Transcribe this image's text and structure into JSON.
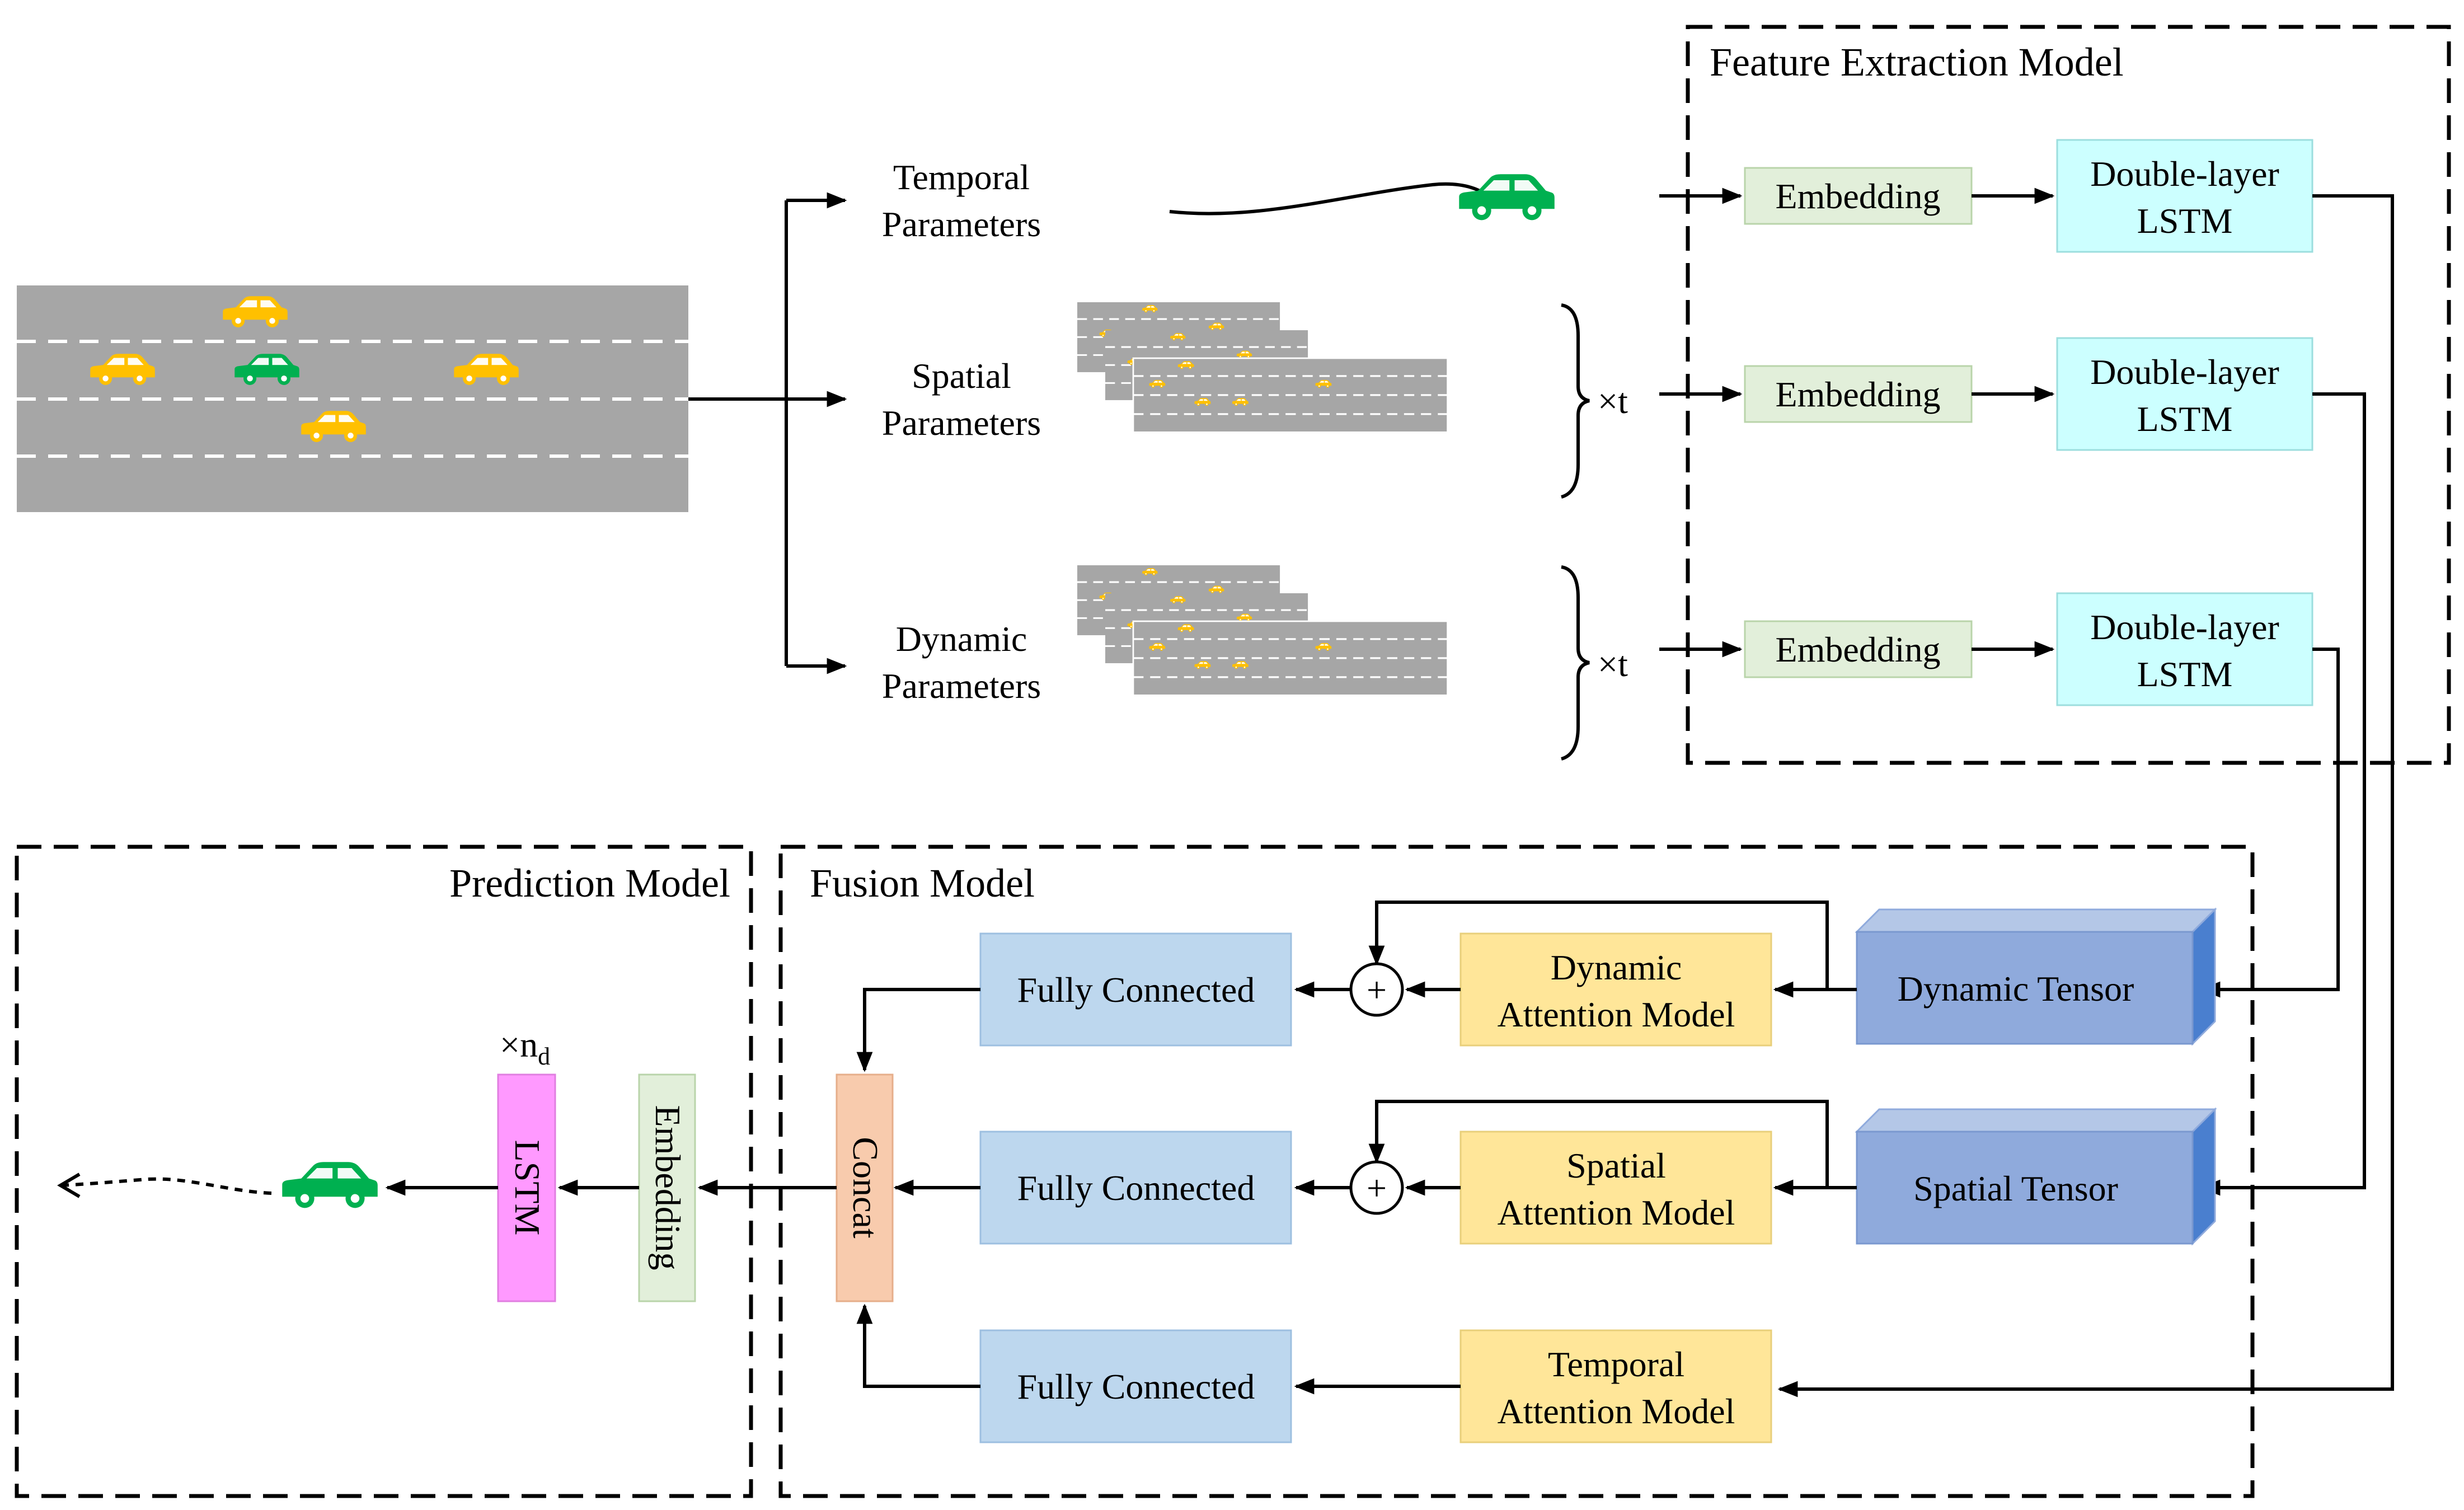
{
  "modules": {
    "feature_extraction": "Feature Extraction Model",
    "prediction": "Prediction Model",
    "fusion": "Fusion Model"
  },
  "inputs": {
    "temporal": [
      "Temporal",
      "Parameters"
    ],
    "spatial": [
      "Spatial",
      "Parameters"
    ],
    "dynamic": [
      "Dynamic",
      "Parameters"
    ],
    "repeat_spatial": "×t",
    "repeat_dynamic": "×t"
  },
  "feature": {
    "embedding": "Embedding",
    "lstm": [
      "Double-layer",
      "LSTM"
    ]
  },
  "fusion": {
    "fully_connected": "Fully Connected",
    "dynamic_attention": [
      "Dynamic",
      "Attention Model"
    ],
    "spatial_attention": [
      "Spatial",
      "Attention Model"
    ],
    "temporal_attention": [
      "Temporal",
      "Attention Model"
    ],
    "dynamic_tensor": "Dynamic Tensor",
    "spatial_tensor": "Spatial Tensor",
    "plus": "+",
    "concat": "Concat"
  },
  "prediction": {
    "embedding": "Embedding",
    "lstm": "LSTM",
    "repeat_prefix": "×n",
    "repeat_sub": "d"
  },
  "colors": {
    "road": "#a6a6a6",
    "car_yellow": "#ffc000",
    "car_green": "#00b050",
    "embedding_fill": "#e2efda",
    "lstm_fill": "#ccffff",
    "fc_fill": "#bdd7ee",
    "attention_fill": "#ffe699",
    "tensor_fill": "#8faadc",
    "concat_fill": "#f8cbad",
    "pred_lstm_fill": "#ff99ff"
  }
}
